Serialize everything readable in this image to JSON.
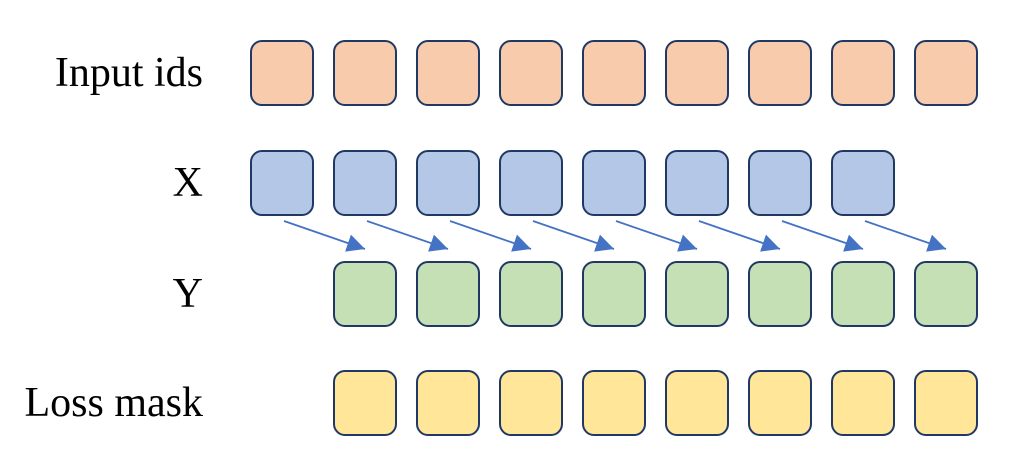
{
  "diagram": {
    "background": "#FFFFFF",
    "label_color": "#000000",
    "square_border_color": "#1F3864",
    "rows": [
      {
        "id": "input-ids",
        "label": "Input ids",
        "fill": "#F8CBAD",
        "count": 9
      },
      {
        "id": "x",
        "label": "X",
        "fill": "#B4C7E7",
        "count": 8
      },
      {
        "id": "y",
        "label": "Y",
        "fill": "#C5E0B4",
        "count": 8
      },
      {
        "id": "loss-mask",
        "label": "Loss mask",
        "fill": "#FFE699",
        "count": 8
      }
    ],
    "arrows": {
      "count": 8,
      "color": "#4472C4"
    }
  }
}
